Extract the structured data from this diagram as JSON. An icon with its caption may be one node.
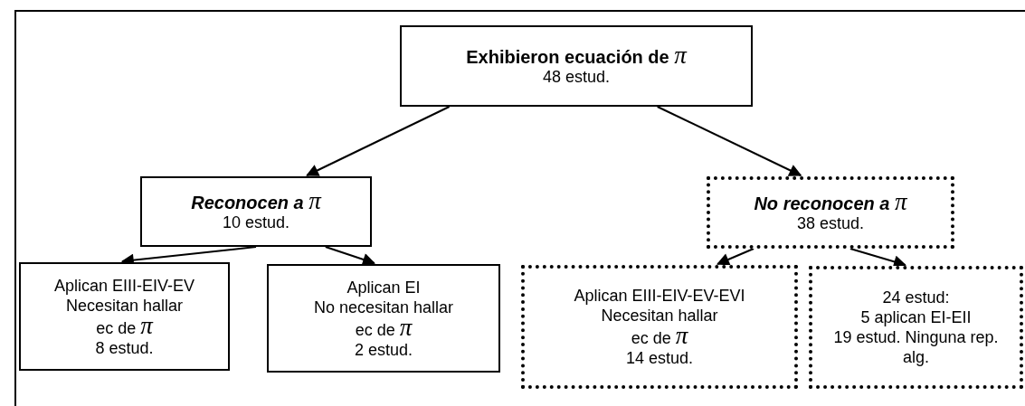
{
  "diagram": {
    "nodes": [
      {
        "text": [
          "Exhibieron ecuación de *π*",
          "48 estud."
        ]
      },
      {
        "text": [
          "Reconocen a *π*",
          "10 estud."
        ]
      },
      {
        "text": [
          "No reconocen a *π*",
          "38 estud."
        ]
      },
      {
        "text": [
          "Aplican EIII-EIV-EV",
          "Necesitan hallar",
          "ec de *π*",
          "8 estud."
        ]
      },
      {
        "text": [
          "Aplican EI",
          "No necesitan hallar",
          "ec de *π*",
          "2 estud."
        ]
      },
      {
        "text": [
          "Aplican EIII-EIV-EV-EVI",
          "Necesitan hallar",
          "ec de *π*",
          "14 estud."
        ]
      },
      {
        "text": [
          "24 estud:",
          "5 aplican EI-EII",
          "19 estud. Ninguna rep. alg."
        ]
      }
    ],
    "edges": [
      {
        "from": 0,
        "to": 1,
        "arrow": "to"
      },
      {
        "from": 0,
        "to": 2,
        "arrow": "to"
      },
      {
        "from": 1,
        "to": 3,
        "arrow": "to"
      },
      {
        "from": 1,
        "to": 4,
        "arrow": "to"
      },
      {
        "from": 2,
        "to": 5,
        "arrow": "to"
      },
      {
        "from": 2,
        "to": 6,
        "arrow": "to"
      }
    ]
  }
}
